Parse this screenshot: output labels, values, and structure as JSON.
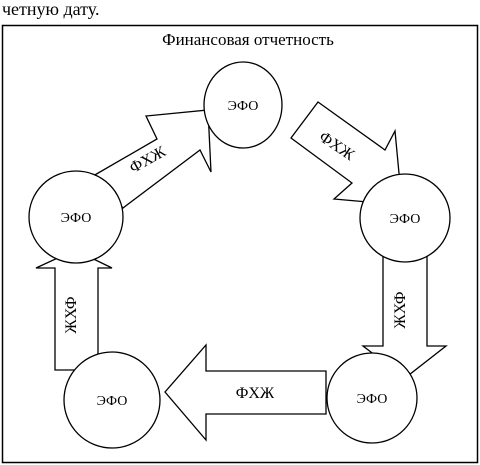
{
  "top_fragment": "четную дату.",
  "title": "Финансовая отчетность",
  "nodes": [
    {
      "id": "top",
      "label": "ЭФО"
    },
    {
      "id": "right",
      "label": "ЭФО"
    },
    {
      "id": "bottom-right",
      "label": "ЭФО"
    },
    {
      "id": "bottom-left",
      "label": "ЭФО"
    },
    {
      "id": "left",
      "label": "ЭФО"
    }
  ],
  "arrows": [
    {
      "id": "left-to-top",
      "label": "ФХЖ"
    },
    {
      "id": "top-to-right",
      "label": "ФХЖ"
    },
    {
      "id": "right-to-bottom-right",
      "label": "ЖХФ"
    },
    {
      "id": "bottom-right-to-bottom-left",
      "label": "ФХЖ"
    },
    {
      "id": "bottom-left-to-left",
      "label": "ЖХФ"
    }
  ],
  "colors": {
    "stroke": "#000000",
    "fill": "#ffffff",
    "text": "#000000"
  }
}
